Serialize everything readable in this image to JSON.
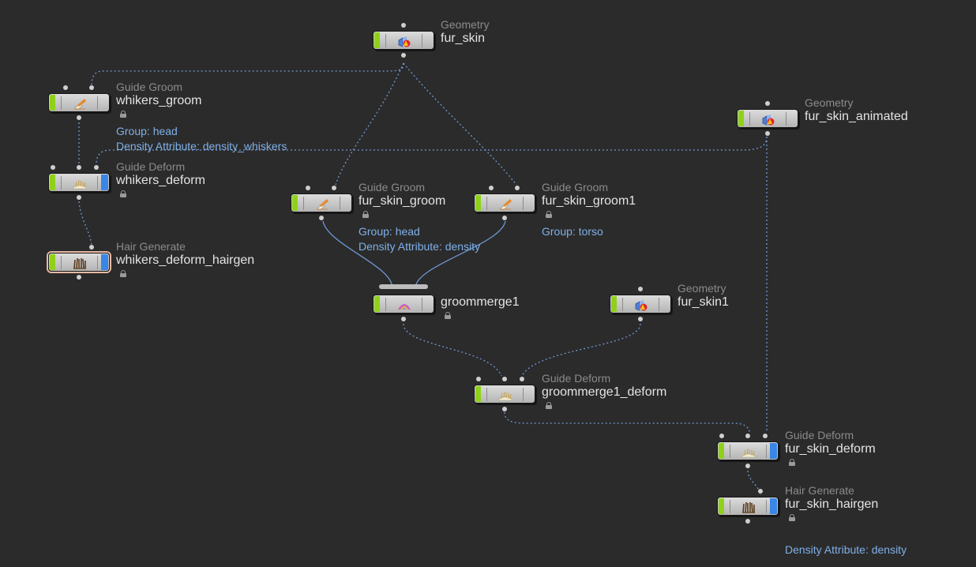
{
  "colors": {
    "background": "#2b2b2b",
    "wire": "#6f98d4",
    "node_flag_green": "#8fd11a",
    "node_flag_blue": "#3a86e6",
    "info_text": "#7fb0e8",
    "type_text": "#8b8b8b",
    "name_text": "#e4e4e4"
  },
  "nodes": [
    {
      "id": "fur_skin",
      "type": "Geometry",
      "name": "fur_skin",
      "icon": "geometry-icon",
      "locked": false,
      "info": []
    },
    {
      "id": "whikers_groom",
      "type": "Guide Groom",
      "name": "whikers_groom",
      "icon": "guide-groom-icon",
      "locked": true,
      "info": [
        "Group: head",
        "Density Attribute: density_whiskers"
      ]
    },
    {
      "id": "fur_skin_animated",
      "type": "Geometry",
      "name": "fur_skin_animated",
      "icon": "geometry-icon",
      "locked": false,
      "info": []
    },
    {
      "id": "whikers_deform",
      "type": "Guide Deform",
      "name": "whikers_deform",
      "icon": "guide-deform-icon",
      "locked": true,
      "info": []
    },
    {
      "id": "fur_skin_groom",
      "type": "Guide Groom",
      "name": "fur_skin_groom",
      "icon": "guide-groom-icon",
      "locked": true,
      "info": [
        "Group: head",
        "Density Attribute: density"
      ]
    },
    {
      "id": "fur_skin_groom1",
      "type": "Guide Groom",
      "name": "fur_skin_groom1",
      "icon": "guide-groom-icon",
      "locked": true,
      "info": [
        "Group: torso"
      ]
    },
    {
      "id": "whikers_deform_hairgen",
      "type": "Hair Generate",
      "name": "whikers_deform_hairgen",
      "icon": "hair-generate-icon",
      "locked": true,
      "info": []
    },
    {
      "id": "groommerge1",
      "type": "",
      "name": "groommerge1",
      "icon": "groom-merge-icon",
      "locked": true,
      "info": []
    },
    {
      "id": "fur_skin1",
      "type": "Geometry",
      "name": "fur_skin1",
      "icon": "geometry-icon",
      "locked": false,
      "info": []
    },
    {
      "id": "groommerge1_deform",
      "type": "Guide Deform",
      "name": "groommerge1_deform",
      "icon": "guide-deform-icon",
      "locked": true,
      "info": []
    },
    {
      "id": "fur_skin_deform",
      "type": "Guide Deform",
      "name": "fur_skin_deform",
      "icon": "guide-deform-icon",
      "locked": true,
      "info": []
    },
    {
      "id": "fur_skin_hairgen",
      "type": "Hair Generate",
      "name": "fur_skin_hairgen",
      "icon": "hair-generate-icon",
      "locked": true,
      "info": [
        "Density Attribute: density"
      ]
    }
  ],
  "connections": [
    {
      "from": "fur_skin",
      "to": "whikers_groom"
    },
    {
      "from": "fur_skin",
      "to": "fur_skin_groom"
    },
    {
      "from": "fur_skin",
      "to": "fur_skin_groom1"
    },
    {
      "from": "whikers_groom",
      "to": "whikers_deform"
    },
    {
      "from": "fur_skin_animated",
      "to": "whikers_deform"
    },
    {
      "from": "fur_skin_animated",
      "to": "fur_skin_deform"
    },
    {
      "from": "whikers_deform",
      "to": "whikers_deform_hairgen"
    },
    {
      "from": "fur_skin_groom",
      "to": "groommerge1"
    },
    {
      "from": "fur_skin_groom1",
      "to": "groommerge1"
    },
    {
      "from": "groommerge1",
      "to": "groommerge1_deform"
    },
    {
      "from": "fur_skin1",
      "to": "groommerge1_deform"
    },
    {
      "from": "groommerge1_deform",
      "to": "fur_skin_deform"
    },
    {
      "from": "fur_skin_deform",
      "to": "fur_skin_hairgen"
    }
  ]
}
